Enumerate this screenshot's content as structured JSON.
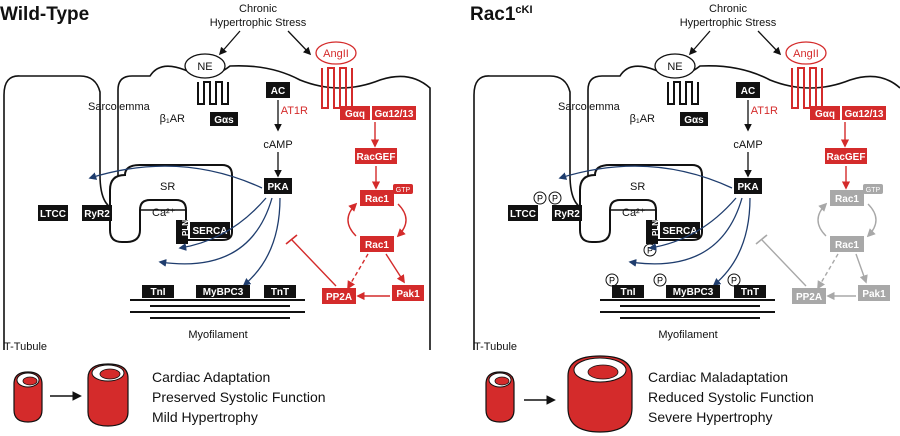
{
  "panels": [
    {
      "title": "Wild-Type",
      "title_sup": "",
      "stimulus": [
        "Chronic",
        "Hypertrophic Stress"
      ],
      "ne": "NE",
      "angii": "AngII",
      "sarcolemma": "Sarcolemma",
      "b1ar": "β₁AR",
      "at1r": "AT1R",
      "ac": "AC",
      "gas": "Gαs",
      "gaq": "Gαq",
      "ga1213": "Gα12/13",
      "camp": "cAMP",
      "pka": "PKA",
      "racgef": "RacGEF",
      "rac1_gtp": "Rac1",
      "gtp": "GTP",
      "rac1": "Rac1",
      "pak1": "Pak1",
      "pp2a": "PP2A",
      "sr": "SR",
      "ca": "Ca²⁺",
      "ltcc": "LTCC",
      "ryr2": "RyR2",
      "pln": "PLN",
      "serca": "SERCA",
      "tni": "TnI",
      "mybpc3": "MyBPC3",
      "tnt": "TnT",
      "myofilament": "Myofilament",
      "ttubule": "T-Tubule",
      "outcome": [
        "Cardiac Adaptation",
        "Preserved Systolic Function",
        "Mild Hypertrophy"
      ]
    },
    {
      "title": "Rac1",
      "title_sup": "cKI",
      "stimulus": [
        "Chronic",
        "Hypertrophic Stress"
      ],
      "ne": "NE",
      "angii": "AngII",
      "sarcolemma": "Sarcolemma",
      "b1ar": "β₁AR",
      "at1r": "AT1R",
      "ac": "AC",
      "gas": "Gαs",
      "gaq": "Gαq",
      "ga1213": "Gα12/13",
      "camp": "cAMP",
      "pka": "PKA",
      "racgef": "RacGEF",
      "rac1_gtp": "Rac1",
      "gtp": "GTP",
      "rac1": "Rac1",
      "pak1": "Pak1",
      "pp2a": "PP2A",
      "sr": "SR",
      "ca": "Ca²⁺",
      "ltcc": "LTCC",
      "ryr2": "RyR2",
      "pln": "PLN",
      "serca": "SERCA",
      "tni": "TnI",
      "mybpc3": "MyBPC3",
      "tnt": "TnT",
      "myofilament": "Myofilament",
      "ttubule": "T-Tubule",
      "phospho": "P",
      "outcome": [
        "Cardiac Maladaptation",
        "Reduced Systolic Function",
        "Severe Hypertrophy"
      ]
    }
  ],
  "colors": {
    "active_red": "#d42b2b",
    "inactive_gray": "#a8a8a8",
    "black": "#111111",
    "blue_arrow": "#1f3d6e",
    "heart_red": "#d42b2b"
  }
}
